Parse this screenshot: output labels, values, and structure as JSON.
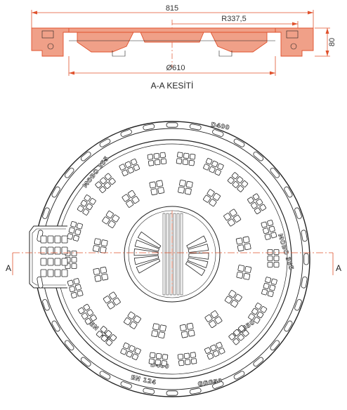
{
  "colors": {
    "section_fill": "#f0a088",
    "section_stroke": "#e0522d",
    "dimension_line": "#e0522d",
    "axis_line": "#e0522d",
    "drawing_stroke": "#222222",
    "background": "#ffffff"
  },
  "section": {
    "width_label": "815",
    "radius_label": "R337,5",
    "diameter_label": "Ø610",
    "height_label": "80",
    "title": "A-A KESİTİ"
  },
  "plan": {
    "section_marker_left": "A",
    "section_marker_right": "A",
    "embossed_texts": [
      "D400",
      "MOBO 355",
      "EN 124",
      "GGG50",
      "EN 124",
      "GGG50",
      "D400",
      "MOBO 355"
    ]
  }
}
